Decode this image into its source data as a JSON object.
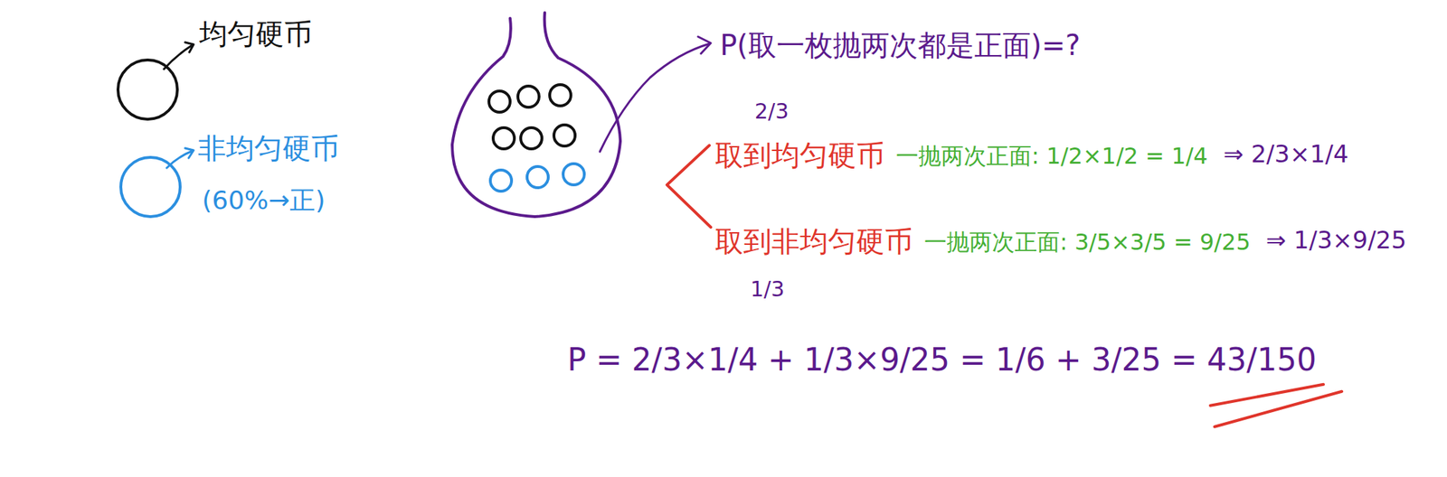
{
  "diagram": {
    "labels": [
      "(60%→正)",
      "P(取一枚抛两次都是正面)=?",
      "2/3",
      "取到均匀硬币",
      "一抛两次正面: 1/2×1/2 = 1/4",
      "⇒ 2/3×1/4",
      "取到非均匀硬币",
      "1/3",
      "一抛两次正面: 3/5×3/5 = 9/25",
      "⇒ 1/3×9/25",
      "P = 2/3×1/4 + 1/3×9/25 = 1/6 + 3/25 = 43/150"
    ],
    "legend": [
      {
        "text": "均匀硬币"
      },
      {
        "text": "非均匀硬币"
      }
    ]
  }
}
